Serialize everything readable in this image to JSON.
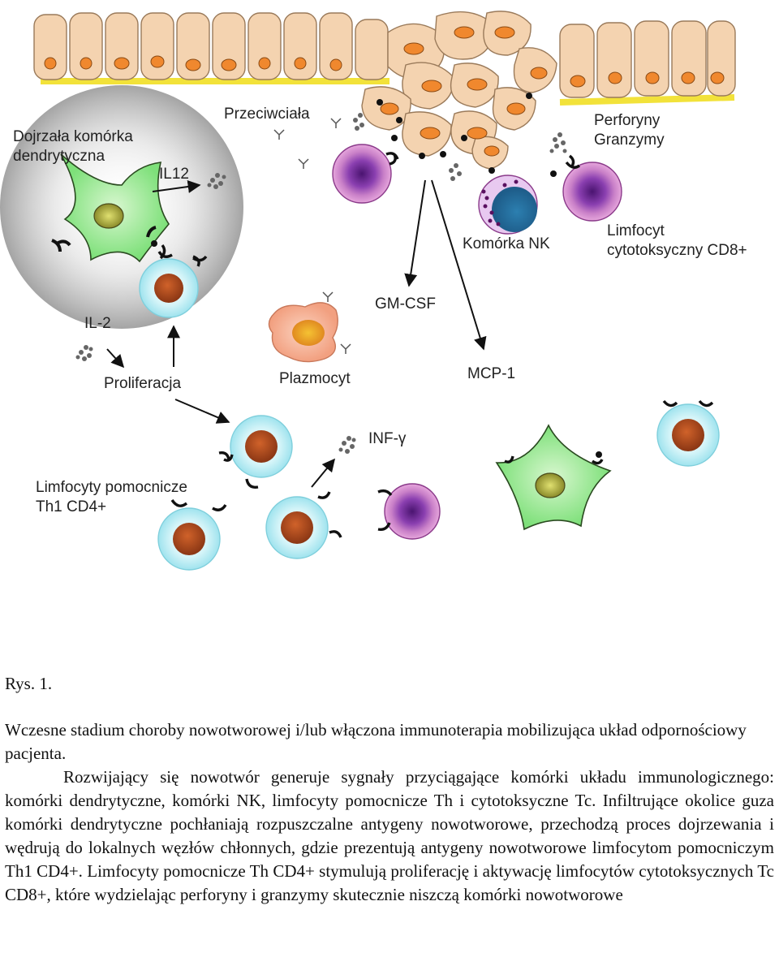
{
  "labels": {
    "dendritic_title_1": "Dojrzała komórka",
    "dendritic_title_2": "dendrytyczna",
    "il12": "IL12",
    "il2": "IL-2",
    "proliferation": "Proliferacja",
    "antibodies": "Przeciwciała",
    "perforins": "Perforyny",
    "granzymes": "Granzymy",
    "cd8_1": "Limfocyt",
    "cd8_2": "cytotoksyczny CD8+",
    "nk": "Komórka NK",
    "gmcsf": "GM-CSF",
    "mcp1": "MCP-1",
    "plasma": "Plazmocyt",
    "infg": "INF-γ",
    "th1_1": "Limfocyty pomocnicze",
    "th1_2": "Th1 CD4+"
  },
  "caption": {
    "figure_number": "Rys. 1.",
    "paragraph_1": "Wczesne stadium choroby nowotworowej i/lub włączona immunoterapia mobilizująca układ odpornościowy pacjenta.",
    "paragraph_2": "Rozwijający się nowotwór generuje sygnały przyciągające komórki układu immunologicznego: komórki dendrytyczne, komórki NK, limfocyty pomocnicze Th i cytotoksyczne Tc. Infiltrujące okolice guza komórki dendrytyczne pochłaniają rozpuszczalne antygeny nowotworowe, przechodzą proces dojrzewania i wędrują do lokalnych węzłów chłonnych, gdzie prezentują antygeny nowotworowe limfocytom pomocniczym Th1 CD4+. Limfocyty pomocnicze Th CD4+ stymulują proliferację i aktywację limfocytów cytotoksycznych Tc CD8+, które wydzielając perforyny i granzymy skutecznie niszczą komórki nowotworowe"
  },
  "colors": {
    "epithelium": "#f4d3b0",
    "nucleus_orange": "#f0882e",
    "basement": "#f2e23a",
    "dendritic": "#8fe88a",
    "th_cell_halo": "#bfeef5",
    "th_cell_nucleus": "#b3471b",
    "cd8_cell": "#c877c8",
    "cd8_nucleus": "#5a1c82",
    "nk_nucleus": "#2f86b6",
    "plasma_cell": "#f6b59a",
    "plasma_nucleus": "#e8a324"
  }
}
